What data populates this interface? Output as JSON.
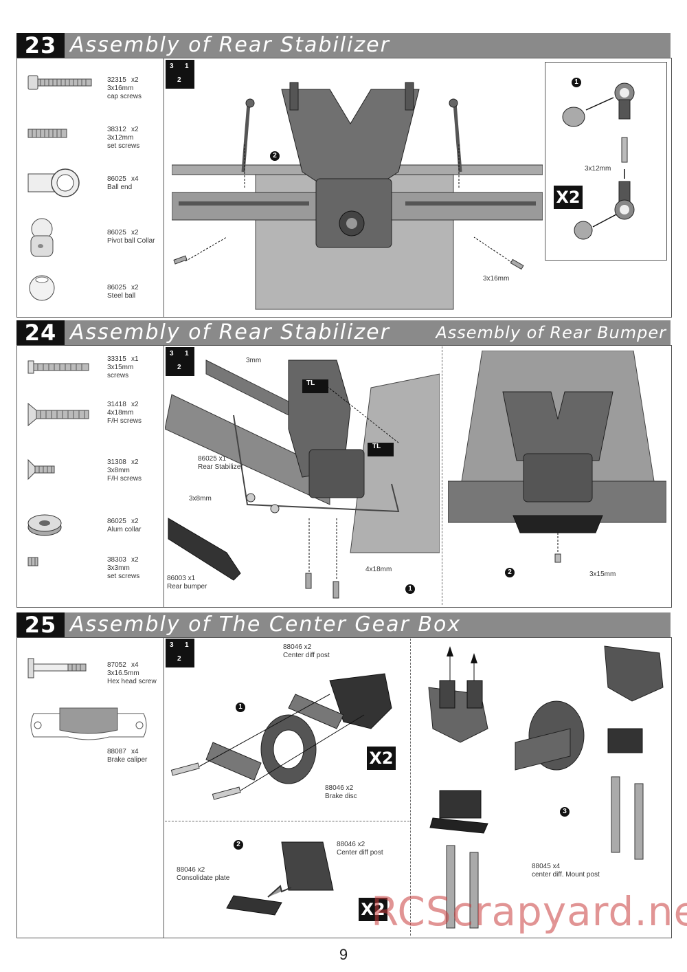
{
  "page_number": "9",
  "watermark": "RCScrapyard.net",
  "sections": [
    {
      "number": "23",
      "title": "Assembly of Rear Stabilizer",
      "parts": [
        {
          "code": "32315",
          "qty": "x2",
          "size": "3x16mm",
          "name": "cap screws"
        },
        {
          "code": "38312",
          "qty": "x2",
          "size": "3x12mm",
          "name": "set screws"
        },
        {
          "code": "86025",
          "qty": "x4",
          "size": "",
          "name": "Ball end"
        },
        {
          "code": "86025",
          "qty": "x2",
          "size": "",
          "name": "Pivot ball Collar"
        },
        {
          "code": "86025",
          "qty": "x2",
          "size": "",
          "name": "Steel ball"
        }
      ],
      "labels": {
        "screw_main": "3x16mm",
        "setscrew_inset": "3x12mm"
      },
      "x2": "X2"
    },
    {
      "number": "24",
      "title": "Assembly of Rear Stabilizer",
      "title_right": "Assembly of Rear Bumper",
      "parts": [
        {
          "code": "33315",
          "qty": "x1",
          "size": "3x15mm",
          "name": "screws"
        },
        {
          "code": "31418",
          "qty": "x2",
          "size": "4x18mm",
          "name": "F/H screws"
        },
        {
          "code": "31308",
          "qty": "x2",
          "size": "3x8mm",
          "name": "F/H screws"
        },
        {
          "code": "86025",
          "qty": "x2",
          "size": "",
          "name": "Alum collar"
        },
        {
          "code": "38303",
          "qty": "x2",
          "size": "3x3mm",
          "name": "set screws"
        }
      ],
      "labels": {
        "hex": "3mm",
        "stab_code": "86025  x1",
        "stab_name": "Rear Stabilizer",
        "screw_3x8": "3x8mm",
        "bumper_code": "86003  x1",
        "bumper_name": "Rear bumper",
        "screw_4x18": "4x18mm",
        "screw_3x15": "3x15mm",
        "tl": "TL"
      }
    },
    {
      "number": "25",
      "title": "Assembly of The Center Gear Box",
      "parts": [
        {
          "code": "87052",
          "qty": "x4",
          "size": "3x16.5mm",
          "name": "Hex head screw"
        },
        {
          "code": "88087",
          "qty": "x4",
          "size": "",
          "name": "Brake caliper"
        }
      ],
      "labels": {
        "post_code": "88046  x2",
        "post_name": "Center diff post",
        "disc_code": "88046  x2",
        "disc_name": "Brake disc",
        "plate_code": "88046  x2",
        "plate_name": "Consolidate plate",
        "post2_code": "88046  x2",
        "post2_name": "Center diff post",
        "mount_code": "88045  x4",
        "mount_name": "center diff. Mount post"
      },
      "x2": "X2"
    }
  ],
  "step_badges": {
    "a": "3",
    "b": "1",
    "c": "2"
  },
  "circles": {
    "one": "1",
    "two": "2",
    "three": "3"
  }
}
